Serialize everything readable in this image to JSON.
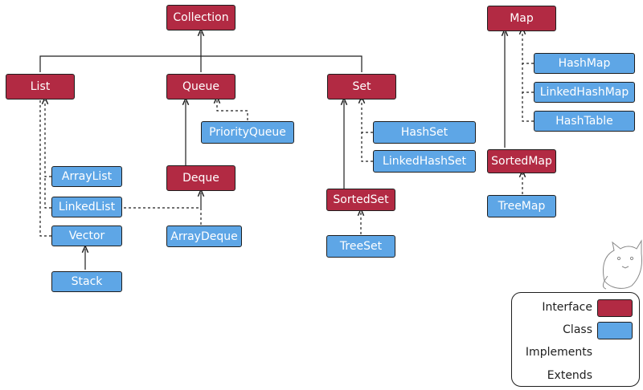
{
  "nodes": {
    "collection": "Collection",
    "list": "List",
    "queue": "Queue",
    "set": "Set",
    "map": "Map",
    "arraylist": "ArrayList",
    "linkedlist": "LinkedList",
    "vector": "Vector",
    "stack": "Stack",
    "priorityqueue": "PriorityQueue",
    "deque": "Deque",
    "arraydeque": "ArrayDeque",
    "hashset": "HashSet",
    "linkedhashset": "LinkedHashSet",
    "sortedset": "SortedSet",
    "treeset": "TreeSet",
    "hashmap": "HashMap",
    "linkedhashmap": "LinkedHashMap",
    "hashtable": "HashTable",
    "sortedmap": "SortedMap",
    "treemap": "TreeMap"
  },
  "legend": {
    "interface": "Interface",
    "class": "Class",
    "implements": "Implements",
    "extends": "Extends"
  },
  "colors": {
    "interface": "#b22a43",
    "class": "#5ea6e6",
    "stroke": "#1e1e1e"
  }
}
